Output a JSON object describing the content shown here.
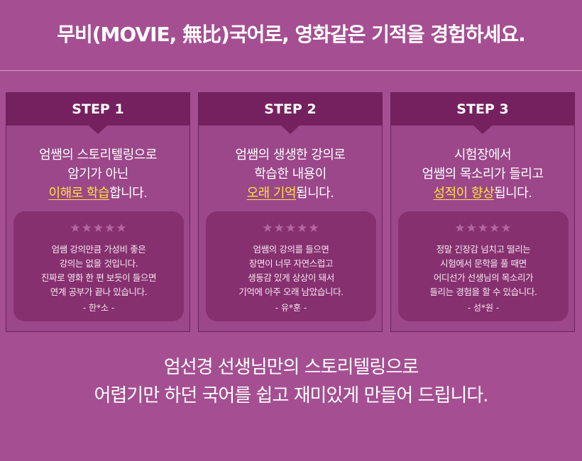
{
  "headline": "무비(MOVIE, 無比)국어로, 영화같은 기적을 경험하세요.",
  "steps": [
    {
      "label": "STEP 1",
      "desc_line1": "엄쌤의 스토리텔링으로",
      "desc_line2": "암기가 아닌",
      "highlight": "이해로 학습",
      "suffix": "합니다.",
      "stars": "★★★★★",
      "review_lines": [
        "엄쌤 강의만큼 가성비 좋은",
        "강의는 없을 것입니다.",
        "진짜로 영화 한 편 보듯이 들으면",
        "연계 공부가 끝나 있습니다."
      ],
      "author": "- 한*소 -"
    },
    {
      "label": "STEP 2",
      "desc_line1": "엄쌤의 생생한 강의로",
      "desc_line2": "학습한 내용이",
      "highlight": "오래 기억",
      "suffix": "됩니다.",
      "stars": "★★★★★",
      "review_lines": [
        "엄쌤의 강의를 들으면",
        "장면이 너무 자연스럽고",
        "생동감 있게 상상이 돼서",
        "기억에 아주 오래 남았습니다."
      ],
      "author": "- 유*훈 -"
    },
    {
      "label": "STEP 3",
      "desc_line1": "시험장에서",
      "desc_line2": "엄쌤의 목소리가 들리고",
      "highlight": "성적이 향상",
      "suffix": "됩니다.",
      "stars": "★★★★★",
      "review_lines": [
        "정말 긴장감 넘치고 떨리는",
        "시험에서 문학을 풀 때면",
        "어디선가 선생님의 목소리가",
        "들리는 경험을 할 수 있습니다."
      ],
      "author": "- 성*원 -"
    }
  ],
  "footer_line1": "엄선경 선생님만의 스토리텔링으로",
  "footer_line2": "어렵기만 하던 국어를 쉽고 재미있게 만들어 드립니다."
}
